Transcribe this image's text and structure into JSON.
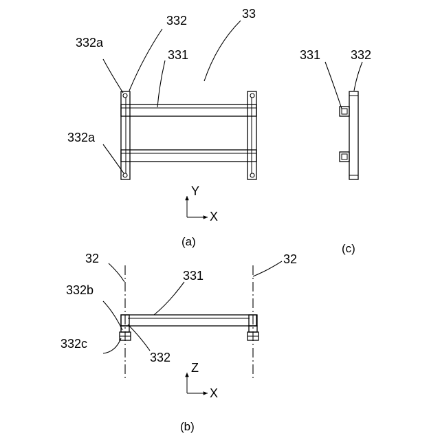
{
  "figure": {
    "labels": {
      "ref_33": "33",
      "ref_332_top": "332",
      "ref_332a_top": "332a",
      "ref_331_a": "331",
      "ref_332a_bottom": "332a",
      "ref_331_c": "331",
      "ref_332_c": "332",
      "ref_32_left": "32",
      "ref_32_right": "32",
      "ref_331_b": "331",
      "ref_332b": "332b",
      "ref_332c": "332c",
      "ref_332_b": "332"
    },
    "axes_a": {
      "vertical": "Y",
      "horizontal": "X"
    },
    "axes_b": {
      "vertical": "Z",
      "horizontal": "X"
    },
    "panels": {
      "a": "(a)",
      "b": "(b)",
      "c": "(c)"
    }
  }
}
